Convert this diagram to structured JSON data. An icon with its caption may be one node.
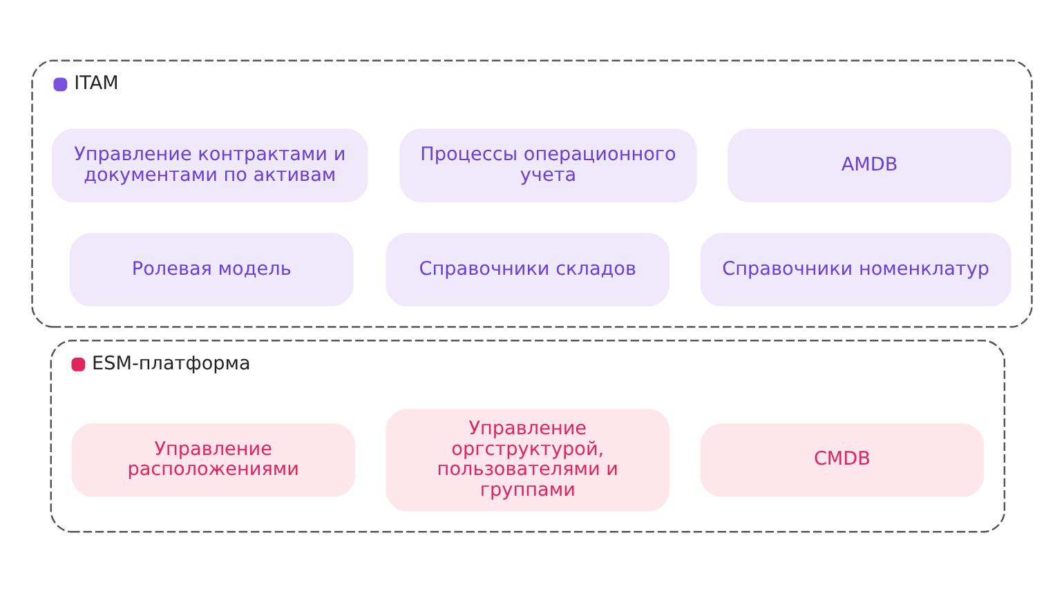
{
  "diagram": {
    "nodes": [
      {
        "text": [
          "ITAM"
        ]
      },
      {
        "text": [
          "AMDB"
        ],
        "in": 0
      },
      {
        "text": [
          "Процессы операционного учета"
        ],
        "in": 0
      },
      {
        "text": [
          "Управление контрактами и документами по активам"
        ],
        "in": 0
      },
      {
        "text": [
          "Справочники номенклатур"
        ],
        "in": 0
      },
      {
        "text": [
          "Справочники складов"
        ],
        "in": 0
      },
      {
        "text": [
          "Ролевая модель"
        ],
        "in": 0
      },
      {
        "text": [
          "ESM-платформа"
        ]
      },
      {
        "text": [
          "CMDB"
        ],
        "in": 7
      },
      {
        "text": [
          "Управление оргструктурой, пользователями и группами"
        ],
        "in": 7
      },
      {
        "text": [
          "Управление расположениями"
        ],
        "in": 7
      }
    ],
    "edges": []
  }
}
